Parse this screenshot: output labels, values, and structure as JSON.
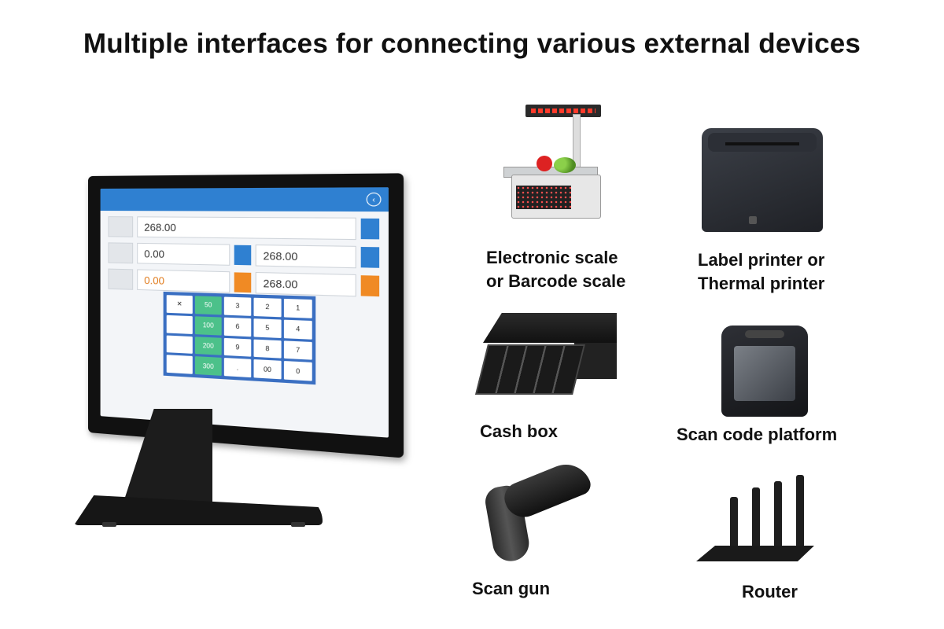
{
  "title": "Multiple interfaces for connecting various external devices",
  "devices": [
    {
      "name": "electronic-scale",
      "label_lines": [
        "Electronic scale",
        "or Barcode scale"
      ],
      "icon": "scale-icon"
    },
    {
      "name": "label-printer",
      "label_lines": [
        "Label printer or",
        "Thermal printer"
      ],
      "icon": "printer-icon"
    },
    {
      "name": "cash-box",
      "label_lines": [
        "Cash box"
      ],
      "icon": "cash-drawer-icon"
    },
    {
      "name": "scan-code-platform",
      "label_lines": [
        "Scan code platform"
      ],
      "icon": "barcode-platform-icon"
    },
    {
      "name": "scan-gun",
      "label_lines": [
        "Scan gun"
      ],
      "icon": "barcode-gun-icon"
    },
    {
      "name": "router",
      "label_lines": [
        "Router"
      ],
      "icon": "router-icon"
    }
  ],
  "pos_screen": {
    "field_1": "268.00",
    "field_2": "0.00",
    "field_3": "268.00",
    "field_4": "0.00",
    "field_5": "268.00",
    "keys": [
      "✕",
      "50",
      "3",
      "2",
      "1",
      "",
      "100",
      "6",
      "5",
      "4",
      "",
      "200",
      "9",
      "8",
      "7",
      "",
      "300",
      ".",
      "00",
      "0"
    ]
  },
  "colors": {
    "accent": "#2f80d1",
    "orange": "#f08a24",
    "green": "#4cc18a"
  }
}
